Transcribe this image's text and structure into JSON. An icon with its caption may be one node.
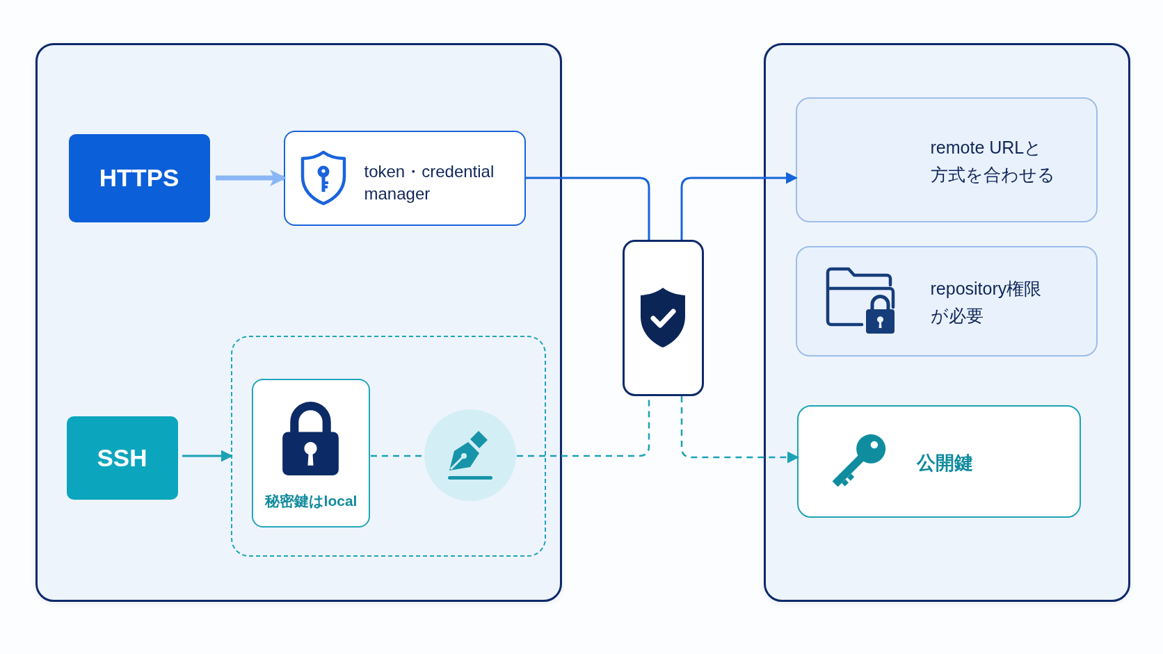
{
  "diagram": {
    "nodes": [
      {
        "text": [],
        "shape": "box"
      },
      {
        "text": [
          "HTTPS"
        ],
        "in": 0
      },
      {
        "text": [
          "token・credential manager"
        ],
        "in": 0
      },
      {
        "text": [
          "SSH"
        ],
        "in": 0
      },
      {
        "text": [],
        "shape": "box",
        "in": 0
      },
      {
        "text": [
          "秘密鍵はlocal"
        ],
        "in": 4
      },
      {
        "text": [],
        "shape": "circle",
        "in": 4
      },
      {
        "text": [],
        "shape": "box"
      },
      {
        "text": [],
        "shape": "box"
      },
      {
        "text": [
          "remote URLと方式を合わせる"
        ],
        "in": 8
      },
      {
        "text": [
          "repository権限が必要"
        ],
        "in": 8
      },
      {
        "text": [
          "公開鍵"
        ],
        "in": 8
      }
    ],
    "edges": [
      {
        "from": 1,
        "to": 2,
        "arrow": "to",
        "style": "thick",
        "color": "#8ab6f6"
      },
      {
        "from": 2,
        "to": 7,
        "arrow": "none",
        "color": "#1565d8"
      },
      {
        "from": 7,
        "to": 9,
        "arrow": "to",
        "color": "#1565d8"
      },
      {
        "from": 3,
        "to": 4,
        "arrow": "to"
      },
      {
        "from": 5,
        "to": 6,
        "arrow": "none",
        "style": "dashed"
      },
      {
        "from": 6,
        "to": 7,
        "arrow": "none",
        "style": "dashed"
      },
      {
        "from": 7,
        "to": 11,
        "arrow": "to",
        "style": "dashed"
      }
    ]
  }
}
